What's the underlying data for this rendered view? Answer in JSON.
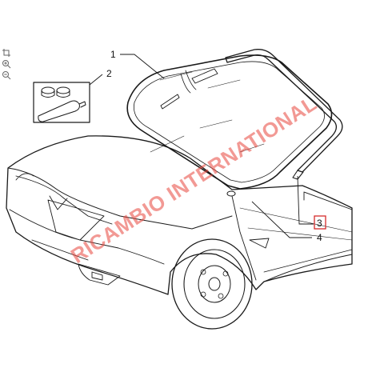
{
  "toolbar": {
    "items": [
      {
        "icon": "crop-icon"
      },
      {
        "icon": "zoom-in-icon"
      },
      {
        "icon": "zoom-out-icon"
      }
    ]
  },
  "diagram": {
    "callouts": [
      {
        "label": "1"
      },
      {
        "label": "2"
      },
      {
        "label": "3",
        "highlighted": true
      },
      {
        "label": "4"
      }
    ],
    "highlight_color": "#d62b2b",
    "line_color": "#1a1a1a"
  },
  "watermark": {
    "text": "RICAMBIO INTERNATIONAL",
    "color": "#e8453c"
  }
}
